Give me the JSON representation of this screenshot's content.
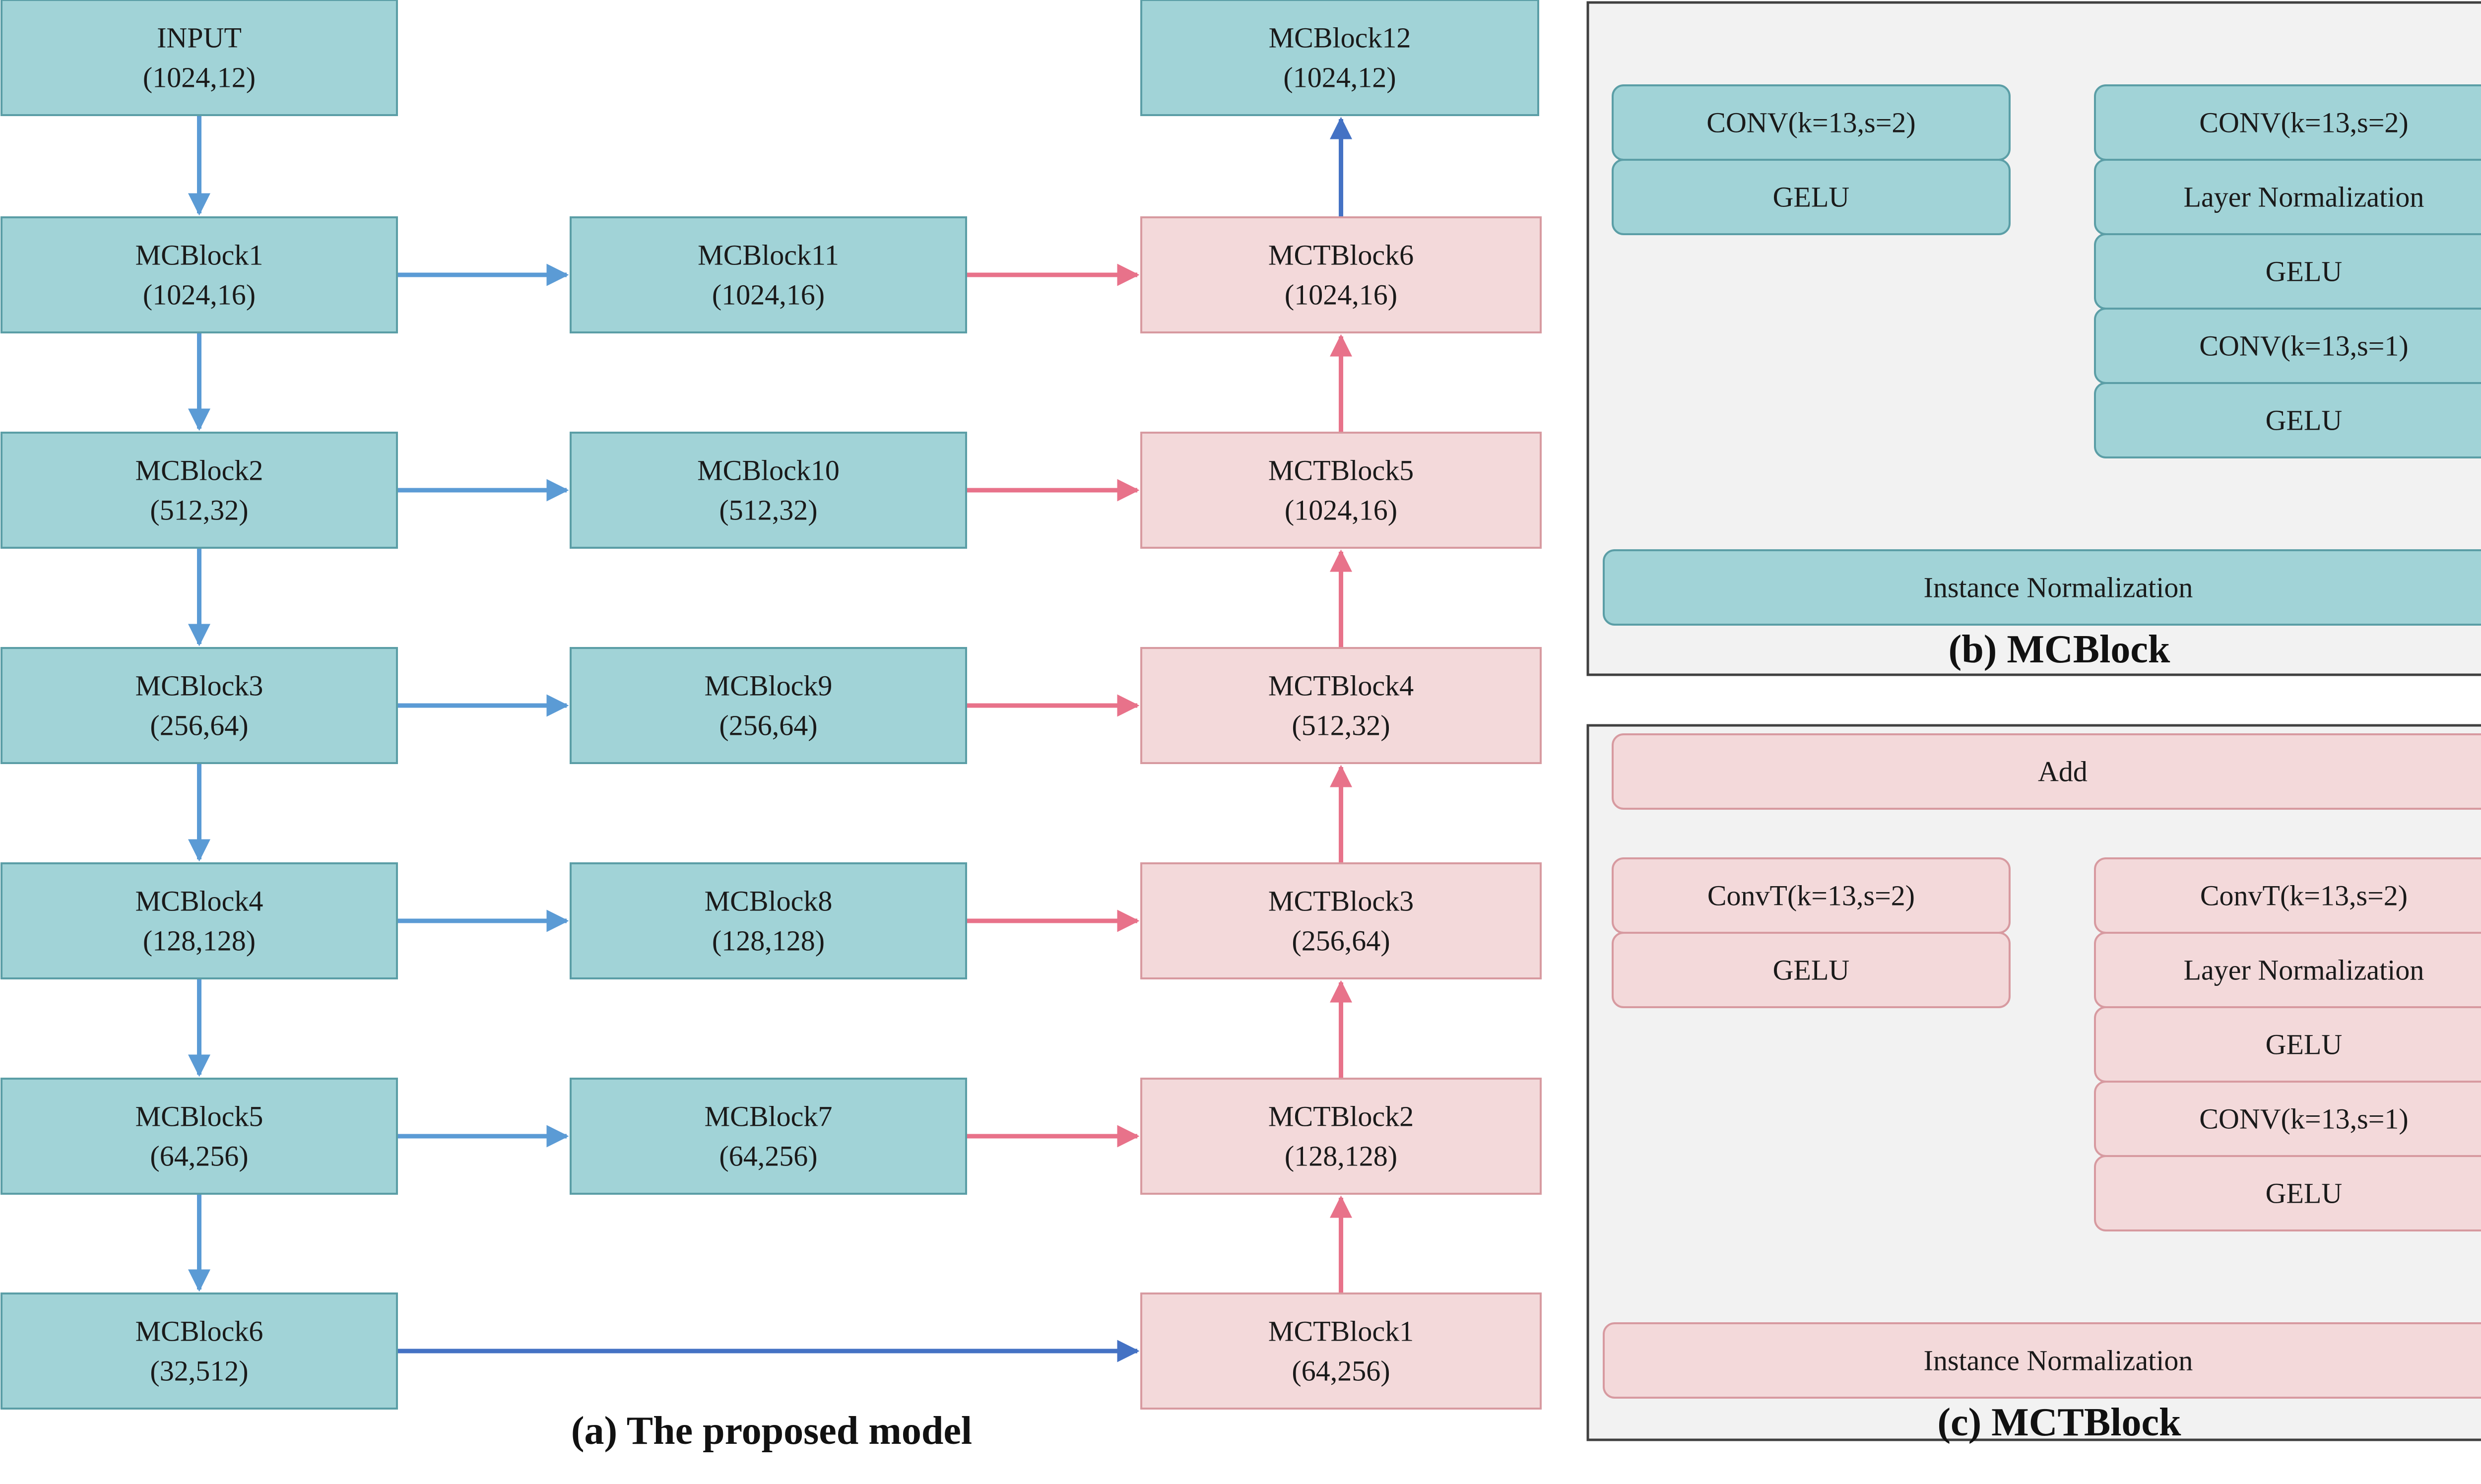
{
  "colors": {
    "teal_fill": "#a1d3d7",
    "teal_stroke": "#5b9ea6",
    "pink_fill": "#f3d9da",
    "pink_stroke": "#d79aa0",
    "blue_arrow": "#5b9bd5",
    "red_arrow": "#e8728a",
    "dark_blue_arrow": "#4472c4",
    "panel_fill": "#f2f2f2",
    "panel_stroke": "#404040"
  },
  "main": {
    "caption": "(a) The proposed model",
    "input": {
      "name": "INPUT",
      "shape": "(1024,12)"
    },
    "encoder": [
      {
        "name": "MCBlock1",
        "shape": "(1024,16)"
      },
      {
        "name": "MCBlock2",
        "shape": "(512,32)"
      },
      {
        "name": "MCBlock3",
        "shape": "(256,64)"
      },
      {
        "name": "MCBlock4",
        "shape": "(128,128)"
      },
      {
        "name": "MCBlock5",
        "shape": "(64,256)"
      },
      {
        "name": "MCBlock6",
        "shape": "(32,512)"
      }
    ],
    "skip": [
      {
        "name": "MCBlock11",
        "shape": "(1024,16)"
      },
      {
        "name": "MCBlock10",
        "shape": "(512,32)"
      },
      {
        "name": "MCBlock9",
        "shape": "(256,64)"
      },
      {
        "name": "MCBlock8",
        "shape": "(128,128)"
      },
      {
        "name": "MCBlock7",
        "shape": "(64,256)"
      }
    ],
    "decoder": [
      {
        "name": "MCTBlock6",
        "shape": "(1024,16)"
      },
      {
        "name": "MCTBlock5",
        "shape": "(1024,16)"
      },
      {
        "name": "MCTBlock4",
        "shape": "(512,32)"
      },
      {
        "name": "MCTBlock3",
        "shape": "(256,64)"
      },
      {
        "name": "MCTBlock2",
        "shape": "(128,128)"
      },
      {
        "name": "MCTBlock1",
        "shape": "(64,256)"
      }
    ],
    "output": {
      "name": "MCBlock12",
      "shape": "(1024,12)"
    }
  },
  "mcblock": {
    "caption": "(b) MCBlock",
    "left": [
      "CONV(k=13,s=2)",
      "GELU"
    ],
    "right": [
      "CONV(k=13,s=2)",
      "Layer Normalization",
      "GELU",
      "CONV(k=13,s=1)",
      "GELU"
    ],
    "bottom": "Instance Normalization"
  },
  "mctblock": {
    "caption": "(c) MCTBlock",
    "top": "Add",
    "left": [
      "ConvT(k=13,s=2)",
      "GELU"
    ],
    "right": [
      "ConvT(k=13,s=2)",
      "Layer Normalization",
      "GELU",
      "CONV(k=13,s=1)",
      "GELU"
    ],
    "bottom": "Instance Normalization"
  }
}
